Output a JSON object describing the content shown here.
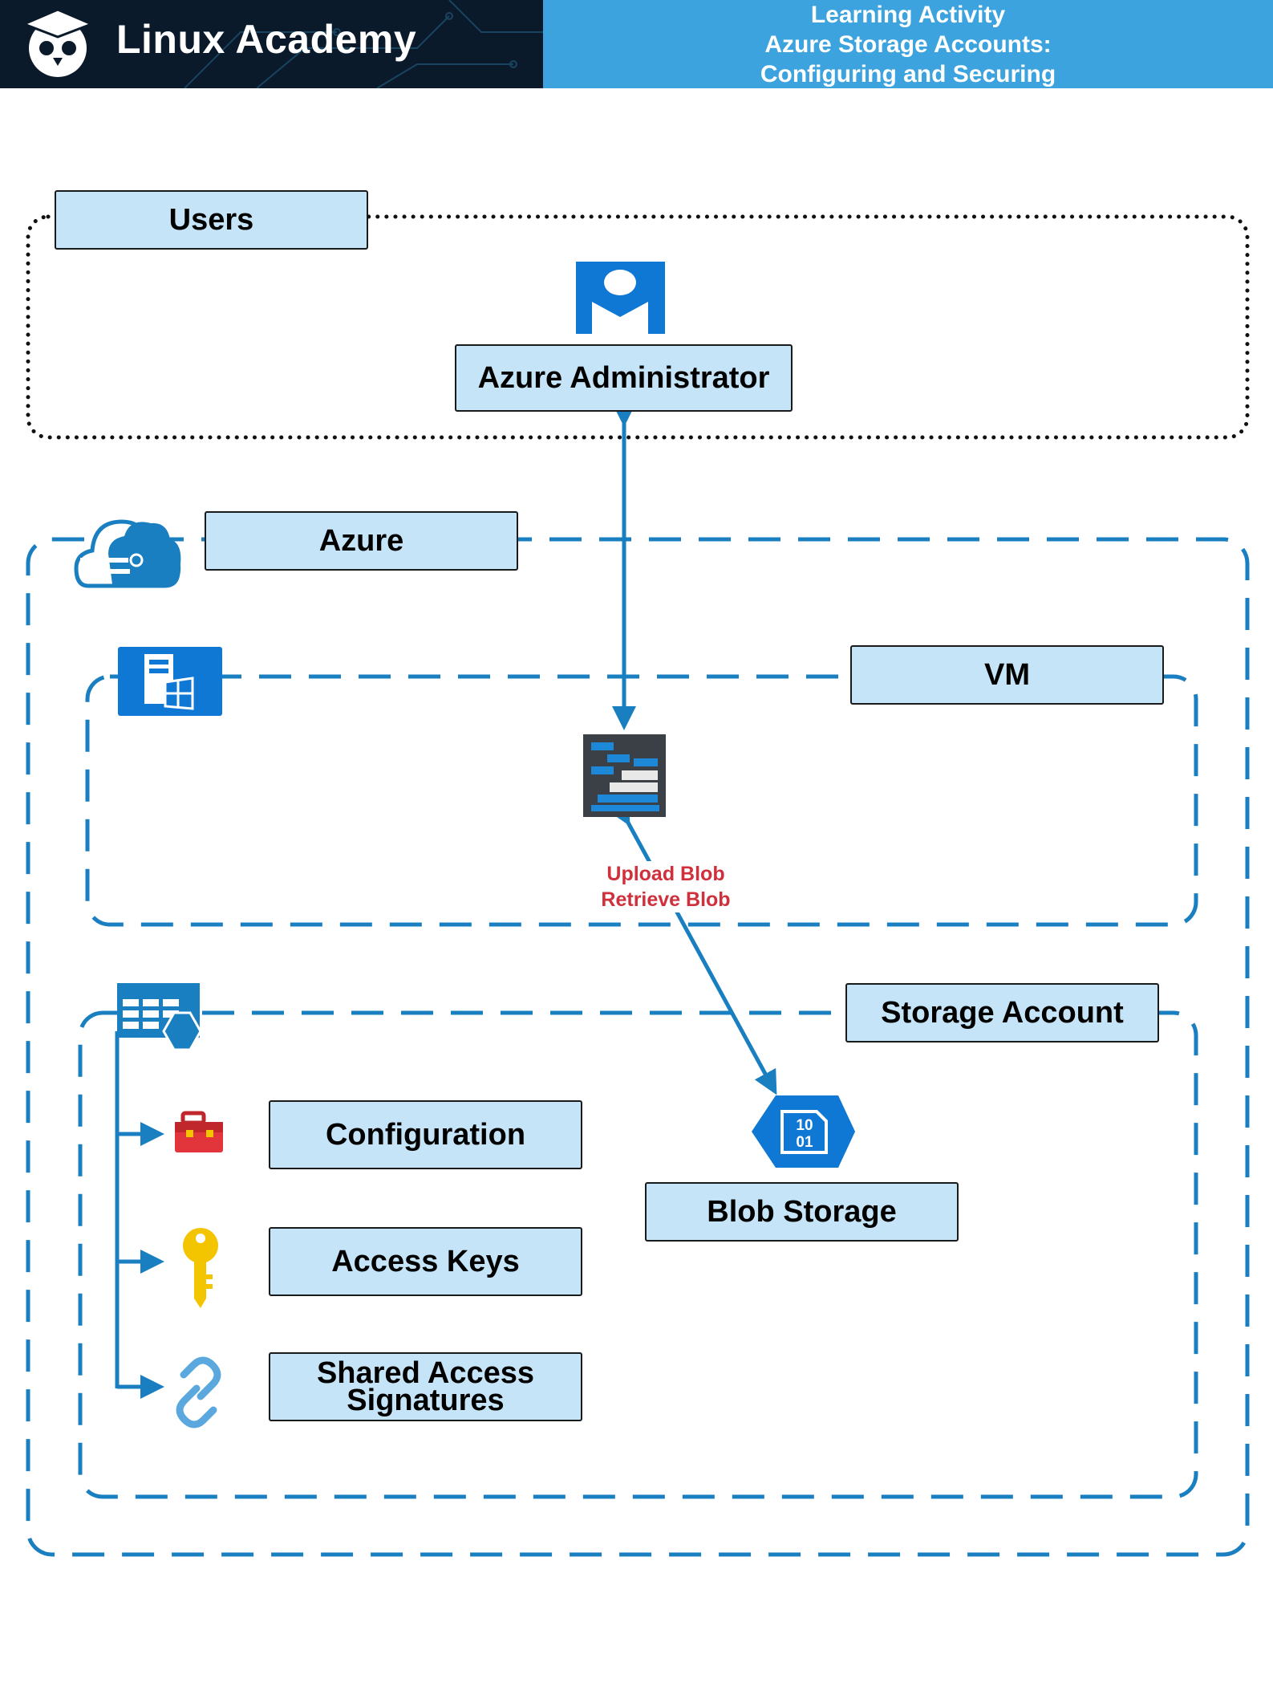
{
  "header": {
    "brand": "Linux Academy",
    "activity": [
      "Learning Activity",
      "Azure Storage Accounts:",
      "Configuring and Securing"
    ]
  },
  "groups": {
    "users": "Users",
    "azure": "Azure",
    "vm": "VM",
    "storage_account": "Storage Account"
  },
  "nodes": {
    "admin": "Azure Administrator",
    "blob_storage": "Blob Storage",
    "configuration": "Configuration",
    "access_keys": "Access Keys",
    "sas_line1": "Shared Access",
    "sas_line2": "Signatures"
  },
  "flows": {
    "upload": "Upload Blob",
    "retrieve": "Retrieve Blob"
  },
  "icons": [
    "owl-logo-icon",
    "user-icon",
    "azure-cloud-icon",
    "vm-windows-icon",
    "storage-explorer-icon",
    "storage-account-icon",
    "blob-icon",
    "toolbox-icon",
    "key-icon",
    "link-icon"
  ],
  "colors": {
    "accent": "#1a7fc1",
    "label_fill": "#c5e4f7",
    "flow_text": "#d0303c",
    "header_dark": "#0b1a2b",
    "header_blue": "#3da3de"
  }
}
